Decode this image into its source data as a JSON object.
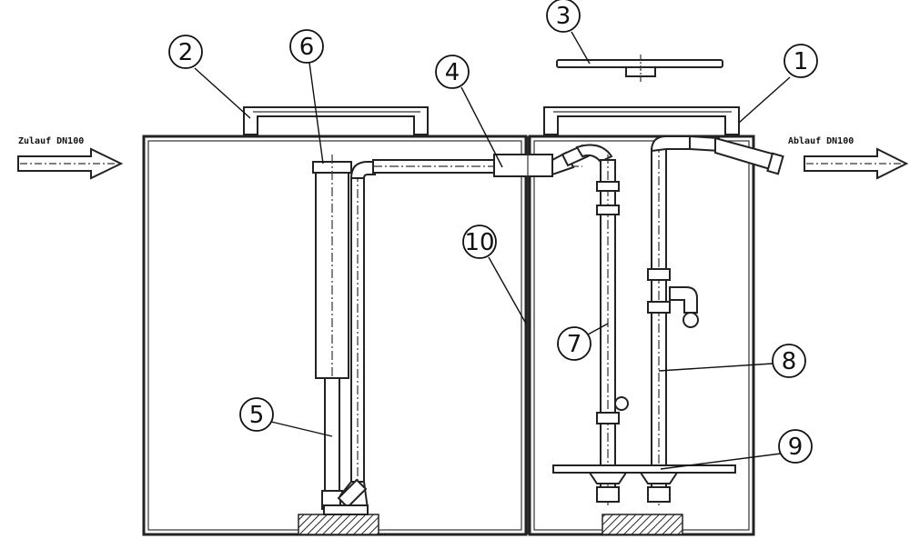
{
  "flow_labels": {
    "inlet": "Zulauf DN100",
    "outlet": "Ablauf DN100"
  },
  "callouts": [
    {
      "id": "1",
      "label": "1"
    },
    {
      "id": "2",
      "label": "2"
    },
    {
      "id": "3",
      "label": "3"
    },
    {
      "id": "4",
      "label": "4"
    },
    {
      "id": "5",
      "label": "5"
    },
    {
      "id": "6",
      "label": "6"
    },
    {
      "id": "7",
      "label": "7"
    },
    {
      "id": "8",
      "label": "8"
    },
    {
      "id": "9",
      "label": "9"
    },
    {
      "id": "10",
      "label": "10"
    }
  ],
  "colors": {
    "line": "#222222",
    "background": "#ffffff"
  }
}
